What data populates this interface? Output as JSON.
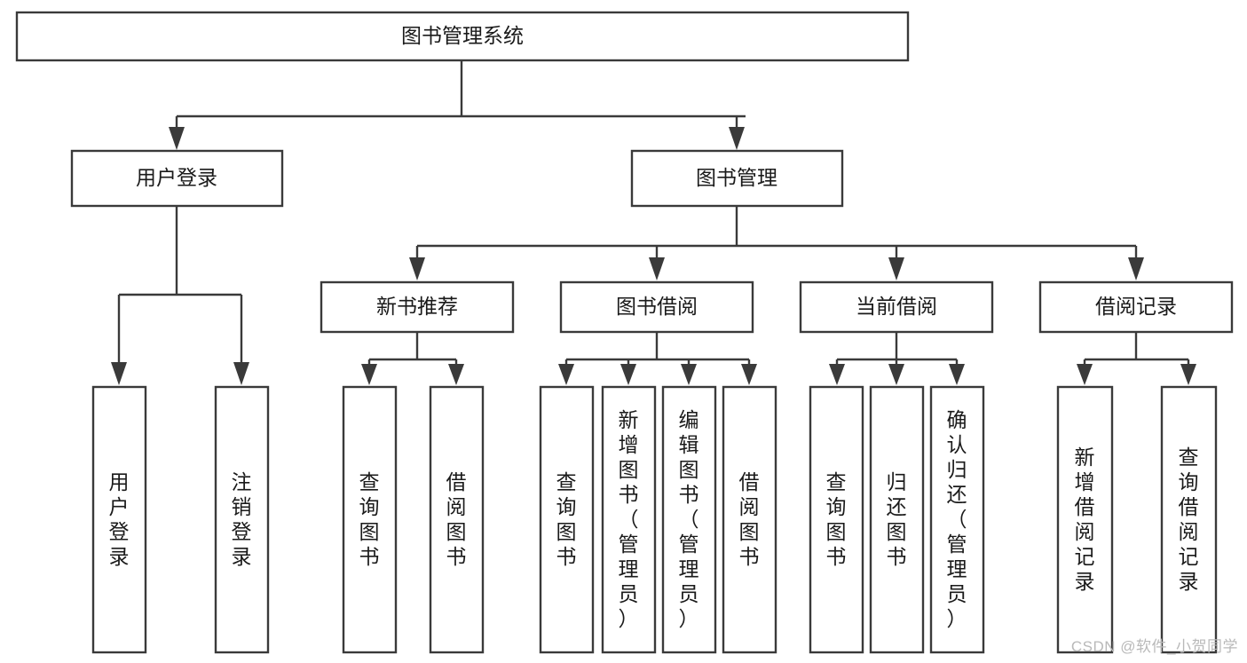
{
  "diagram": {
    "title": "图书管理系统",
    "watermark": "CSDN @软件_小贺同学",
    "orientation": "top-down-tree",
    "colors": {
      "background": "#ffffff",
      "stroke": "#3a3a3a",
      "node_fill": "#ffffff",
      "text": "#1a1a1a",
      "watermark": "#b9b9b9"
    },
    "root": {
      "label": "图书管理系统"
    },
    "level2": [
      {
        "label": "用户登录"
      },
      {
        "label": "图书管理"
      }
    ],
    "level3": [
      {
        "label": "新书推荐"
      },
      {
        "label": "图书借阅"
      },
      {
        "label": "当前借阅"
      },
      {
        "label": "借阅记录"
      }
    ],
    "leaves": {
      "user_login": [
        {
          "label": "用户登录"
        },
        {
          "label": "注销登录"
        }
      ],
      "new_book_recommend": [
        {
          "label": "查询图书"
        },
        {
          "label": "借阅图书"
        }
      ],
      "book_borrow": [
        {
          "label": "查询图书"
        },
        {
          "label": "新增图书（管理员）"
        },
        {
          "label": "编辑图书（管理员）"
        },
        {
          "label": "借阅图书"
        }
      ],
      "current_borrow": [
        {
          "label": "查询图书"
        },
        {
          "label": "归还图书"
        },
        {
          "label": "确认归还（管理员）"
        }
      ],
      "borrow_record": [
        {
          "label": "新增借阅记录"
        },
        {
          "label": "查询借阅记录"
        }
      ]
    }
  }
}
